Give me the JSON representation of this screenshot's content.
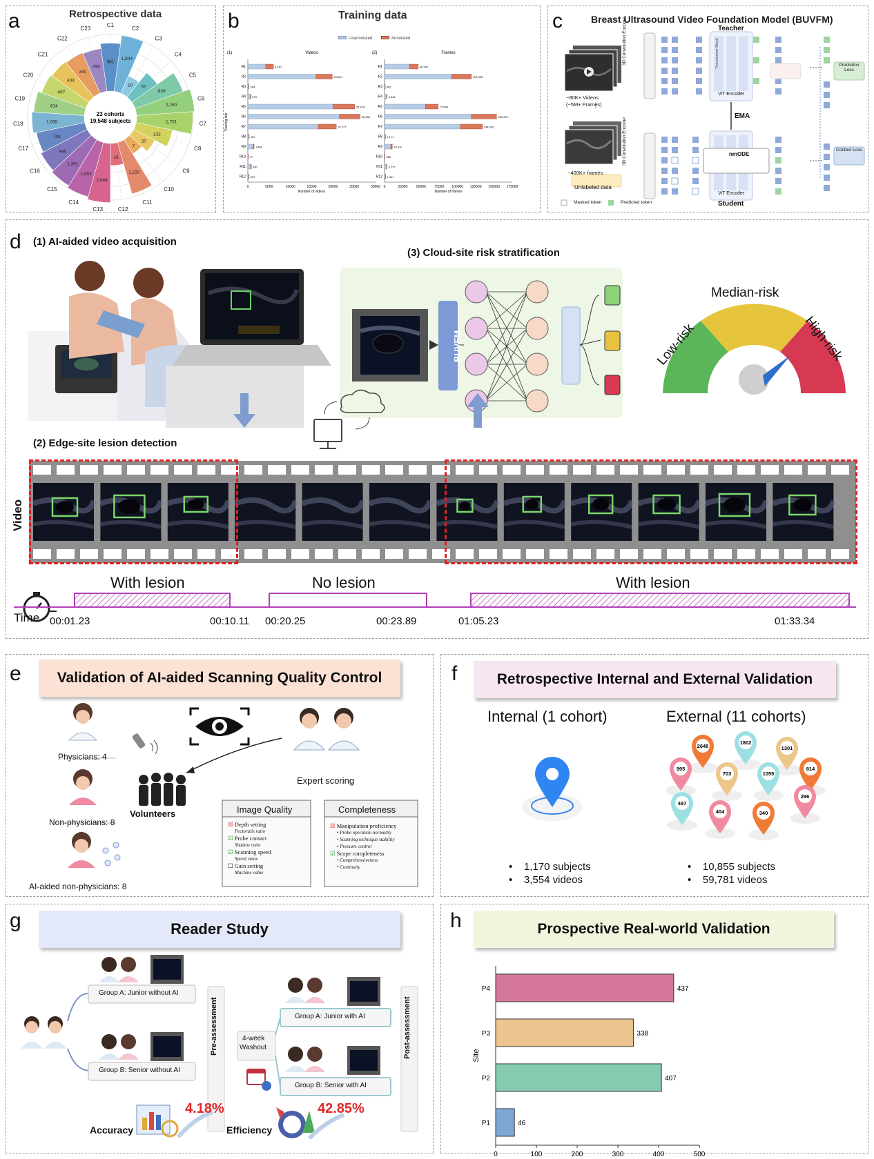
{
  "panel_a": {
    "label": "a",
    "title": "Retrospective data",
    "center_line1": "23 cohorts",
    "center_line2": "19,548 subjects",
    "cohorts": [
      "C1",
      "C2",
      "C3",
      "C4",
      "C5",
      "C6",
      "C7",
      "C8",
      "C9",
      "C10",
      "C11",
      "C12",
      "C13",
      "C14",
      "C15",
      "C16",
      "C17",
      "C18",
      "C19",
      "C20",
      "C21",
      "C22",
      "C23"
    ],
    "values": [
      "581",
      "1,804",
      "10",
      "57",
      "839",
      "2,250",
      "1,751",
      "132",
      "20",
      "7",
      "1,220",
      "16",
      "2,648",
      "1,802",
      "1,301",
      "995",
      "703",
      "1,055",
      "814",
      "497",
      "404",
      "340",
      "296"
    ],
    "colors": [
      "#5a8fc8",
      "#6fb2d9",
      "#8bcbe2",
      "#6cc0c0",
      "#7dc9a8",
      "#94cf7e",
      "#a9d26a",
      "#d2d35e",
      "#e8c865",
      "#eba95d",
      "#e48a6c",
      "#e06f7a",
      "#d8638f",
      "#b964a8",
      "#9d6bb4",
      "#7f77bd",
      "#6886c3",
      "#7bb5d2",
      "#a0cf86",
      "#c5d66c",
      "#e8c35c",
      "#e79c62",
      "#9d87c2"
    ]
  },
  "panel_b": {
    "label": "b",
    "title": "Training data",
    "legend": [
      "Unannotated",
      "Annotated"
    ],
    "colors": {
      "unannotated": "#b7cde6",
      "annotated": "#d9785a"
    },
    "sub1": "(1)",
    "sub2": "(2)",
    "videos_title": "Videos",
    "frames_title": "Frames",
    "ylabel": "Training site",
    "xlabel_videos": "Number of videos",
    "xlabel_frames": "Number of frames",
    "sites": [
      "R1",
      "R2",
      "R3",
      "R4",
      "R5",
      "R6",
      "R7",
      "R8",
      "R9",
      "R10",
      "R11",
      "R12"
    ],
    "videos_labels": [
      "6,017",
      "19,840",
      "264",
      "673",
      "25,104",
      "26,396",
      "20,777",
      "287",
      "1,462",
      "77",
      "830",
      "287"
    ],
    "frames_labels": [
      "46,202",
      "119,035",
      "802",
      "3,541",
      "73,590",
      "153,475",
      "134,092",
      "1,171",
      "10,611",
      "460",
      "3,272",
      "1,341"
    ],
    "videos_ticks": [
      "0",
      "5000",
      "10000",
      "15000",
      "20000",
      "25000",
      "30000"
    ],
    "frames_ticks": [
      "0",
      "25000",
      "50000",
      "75000",
      "100000",
      "125000",
      "150000",
      "175000"
    ]
  },
  "chart_data": [
    {
      "type": "bar",
      "title": "Videos",
      "xlabel": "Number of videos",
      "ylabel": "Training site",
      "categories": [
        "R1",
        "R2",
        "R3",
        "R4",
        "R5",
        "R6",
        "R7",
        "R8",
        "R9",
        "R10",
        "R11",
        "R12"
      ],
      "series": [
        {
          "name": "Unannotated",
          "values": [
            4200,
            16000,
            230,
            560,
            20000,
            21500,
            16500,
            250,
            1200,
            60,
            700,
            240
          ]
        },
        {
          "name": "Annotated",
          "values": [
            1817,
            3840,
            34,
            113,
            5104,
            4896,
            4277,
            37,
            262,
            17,
            130,
            47
          ]
        }
      ],
      "totals": [
        6017,
        19840,
        264,
        673,
        25104,
        26396,
        20777,
        287,
        1462,
        77,
        830,
        287
      ],
      "xlim": [
        0,
        30000
      ]
    },
    {
      "type": "bar",
      "title": "Frames",
      "xlabel": "Number of frames",
      "categories": [
        "R1",
        "R2",
        "R3",
        "R4",
        "R5",
        "R6",
        "R7",
        "R8",
        "R9",
        "R10",
        "R11",
        "R12"
      ],
      "series": [
        {
          "name": "Unannotated",
          "values": [
            34000,
            92000,
            650,
            2900,
            56000,
            119000,
            104000,
            950,
            8500,
            380,
            2600,
            1100
          ]
        },
        {
          "name": "Annotated",
          "values": [
            12202,
            27035,
            152,
            641,
            17590,
            34475,
            30092,
            221,
            2111,
            80,
            672,
            241
          ]
        }
      ],
      "totals": [
        46202,
        119035,
        802,
        3541,
        73590,
        153475,
        134092,
        1171,
        10611,
        460,
        3272,
        1341
      ],
      "xlim": [
        0,
        175000
      ]
    },
    {
      "type": "bar",
      "ylabel": "Site",
      "categories": [
        "P4",
        "P3",
        "P2",
        "P1"
      ],
      "values": [
        437,
        338,
        407,
        46
      ],
      "colors": [
        "#d4779a",
        "#ecc48e",
        "#84cbb0",
        "#7fa7d6"
      ],
      "xlim": [
        0,
        500
      ],
      "ticks": [
        "0",
        "100",
        "200",
        "300",
        "400",
        "500"
      ]
    }
  ],
  "panel_c": {
    "label": "c",
    "title": "Breast Ultrasound Video Foundation Model (BUVFM)",
    "teacher": "Teacher",
    "student": "Student",
    "videos_text1": "~80K+ Videos",
    "videos_text2": "(~5M+ Frames)",
    "frames_text": "~400K+ frames",
    "unlabeled": "Unlabeled data",
    "encoder3d": "3D Convolution Encoder",
    "transformer": "Transformer Block",
    "vit": "ViT Encoder",
    "ema": "EMA",
    "nmode": "nmODE",
    "prediction_loss": "Prediction Loss",
    "context_loss": "Context Loss",
    "masked_token": "Masked token",
    "predicted_token": "Predicted token"
  },
  "panel_d": {
    "label": "d",
    "step1": "(1) AI-aided video acquisition",
    "step2": "(2) Edge-site lesion detection",
    "step3": "(3) Cloud-site risk stratification",
    "buvfm": "BUVFM",
    "video_label": "Video",
    "low": "Low-risk",
    "median": "Median-risk",
    "high": "High-risk",
    "with_lesion": "With lesion",
    "no_lesion": "No lesion",
    "time_label": "Time",
    "times": [
      "00:01.23",
      "00:10.11",
      "00:20.25",
      "00:23.89",
      "01:05.23",
      "01:33.34"
    ]
  },
  "panel_e": {
    "label": "e",
    "title": "Validation of AI-aided Scanning Quality Control",
    "physicians": "Physicians: 4",
    "non_physicians": "Non-physicians: 8",
    "ai_non_physicians": "AI-aided non-physicians: 8",
    "volunteers": "Volunteers",
    "expert": "Expert scoring",
    "iq_title": "Image Quality",
    "iq_items": [
      "Depth setting",
      "Pectoralis ratio",
      "Probe contact",
      "Shadow ratio",
      "Scanning speed",
      "Speed value",
      "Gain setting",
      "Machine value"
    ],
    "comp_title": "Completeness",
    "comp_items": [
      "Manipulation proficiency",
      "Probe operation normality",
      "Scanning technique stability",
      "Pressure control",
      "Scope completeness",
      "Comprehensiveness",
      "Continuity"
    ]
  },
  "panel_f": {
    "label": "f",
    "title": "Retrospective Internal and External Validation",
    "internal": "Internal (1 cohort)",
    "external": "External (11 cohorts)",
    "int_subjects": "1,170 subjects",
    "int_videos": "3,554 videos",
    "ext_subjects": "10,855 subjects",
    "ext_videos": "59,781 videos",
    "pins": [
      "1802",
      "2648",
      "1301",
      "995",
      "703",
      "1055",
      "814",
      "497",
      "404",
      "340",
      "296"
    ]
  },
  "panel_g": {
    "label": "g",
    "title": "Reader Study",
    "group_a_pre": "Group A: Junior without AI",
    "group_b_pre": "Group B: Senior without AI",
    "group_a_post": "Group A: Junior with AI",
    "group_b_post": "Group B: Senior with AI",
    "pre": "Pre-assessment",
    "post": "Post-assessment",
    "washout1": "4-week",
    "washout2": "Washout",
    "accuracy": "Accuracy",
    "accuracy_val": "4.18%",
    "efficiency": "Efficiency",
    "efficiency_val": "42.85%"
  },
  "panel_h": {
    "label": "h",
    "title": "Prospective Real-world Validation",
    "ylabel": "Site"
  }
}
